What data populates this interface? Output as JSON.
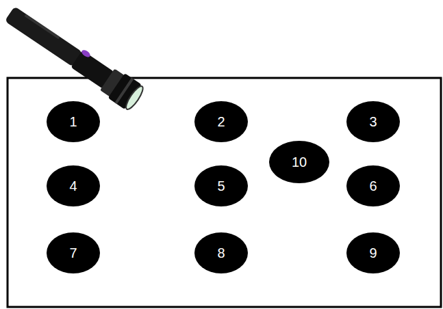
{
  "diagram": {
    "nodes": [
      {
        "text": [
          "1"
        ]
      },
      {
        "text": [
          "2"
        ]
      },
      {
        "text": [
          "3"
        ]
      },
      {
        "text": [
          "10"
        ]
      },
      {
        "text": [
          "4"
        ]
      },
      {
        "text": [
          "5"
        ]
      },
      {
        "text": [
          "6"
        ]
      },
      {
        "text": [
          "7"
        ]
      },
      {
        "text": [
          "8"
        ]
      },
      {
        "text": [
          "9"
        ]
      }
    ]
  }
}
